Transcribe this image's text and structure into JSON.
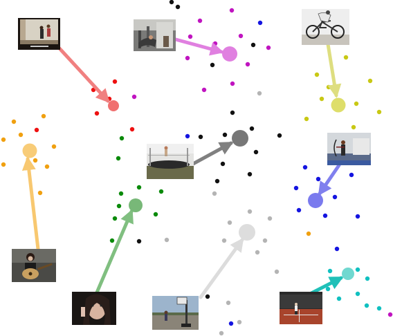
{
  "colors": {
    "red": "#ee1111",
    "magenta": "#c014c0",
    "black": "#111111",
    "yellow": "#c8c814",
    "orange": "#f0a010",
    "green": "#0a8a0a",
    "blue": "#1414e0",
    "silver": "#b4b4b4",
    "cyan": "#10c0c0"
  },
  "clusters": [
    {
      "id": "dance",
      "color": "red",
      "thumbnail": "dancing-couple-thumbnail"
    },
    {
      "id": "gym",
      "color": "magenta",
      "thumbnail": "gym-workout-thumbnail"
    },
    {
      "id": "cycling",
      "color": "yellow",
      "thumbnail": "cycling-thumbnail"
    },
    {
      "id": "trampoline",
      "color": "black",
      "thumbnail": "trampoline-thumbnail"
    },
    {
      "id": "archery",
      "color": "blue",
      "thumbnail": "archery-thumbnail"
    },
    {
      "id": "guitar",
      "color": "orange",
      "thumbnail": "guitar-playing-thumbnail"
    },
    {
      "id": "makeup",
      "color": "green",
      "thumbnail": "applying-makeup-thumbnail"
    },
    {
      "id": "basketball",
      "color": "silver",
      "thumbnail": "basketball-hoop-thumbnail"
    },
    {
      "id": "tennis",
      "color": "cyan",
      "thumbnail": "tennis-court-thumbnail"
    }
  ]
}
